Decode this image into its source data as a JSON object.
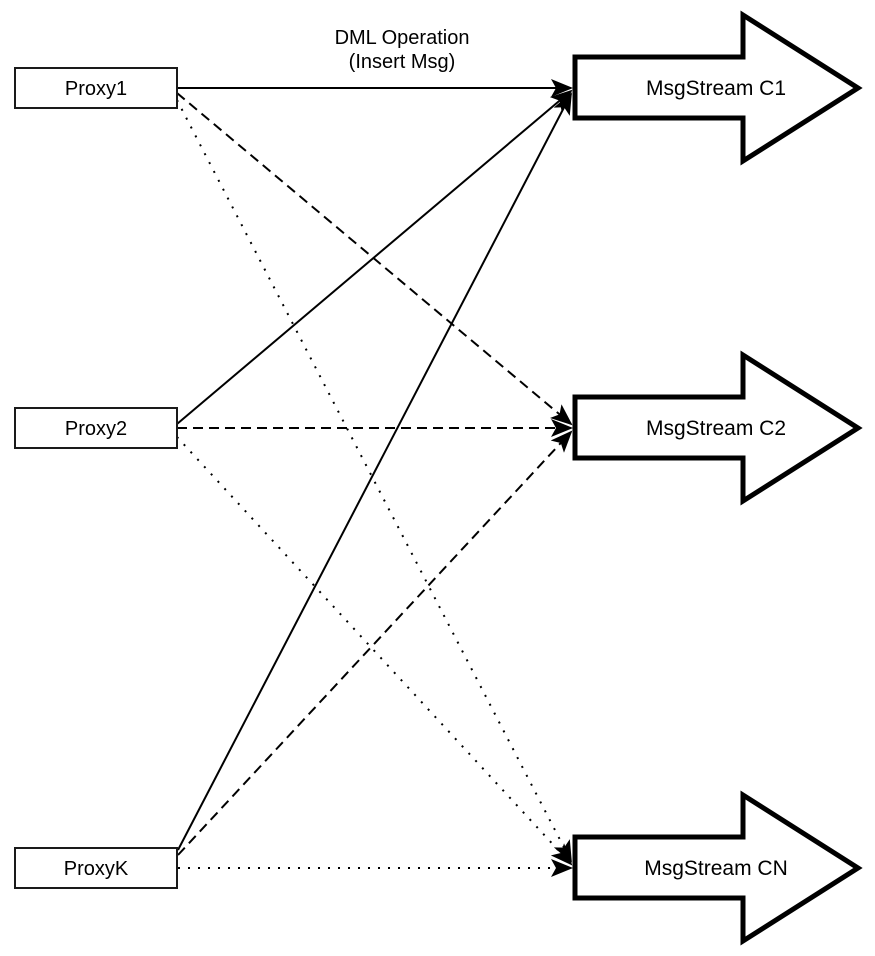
{
  "diagram": {
    "title": {
      "line1": "DML Operation",
      "line2": "(Insert Msg)"
    },
    "proxies": [
      {
        "label": "Proxy1"
      },
      {
        "label": "Proxy2"
      },
      {
        "label": "ProxyK"
      }
    ],
    "streams": [
      {
        "label": "MsgStream C1"
      },
      {
        "label": "MsgStream C2"
      },
      {
        "label": "MsgStream CN"
      }
    ],
    "edges": [
      {
        "from": "Proxy1",
        "to": "MsgStream C1",
        "line_style": "solid"
      },
      {
        "from": "Proxy2",
        "to": "MsgStream C1",
        "line_style": "solid"
      },
      {
        "from": "ProxyK",
        "to": "MsgStream C1",
        "line_style": "solid"
      },
      {
        "from": "Proxy1",
        "to": "MsgStream C2",
        "line_style": "dashed"
      },
      {
        "from": "Proxy2",
        "to": "MsgStream C2",
        "line_style": "dashed"
      },
      {
        "from": "ProxyK",
        "to": "MsgStream C2",
        "line_style": "dashed"
      },
      {
        "from": "Proxy1",
        "to": "MsgStream CN",
        "line_style": "dotted"
      },
      {
        "from": "Proxy2",
        "to": "MsgStream CN",
        "line_style": "dotted"
      },
      {
        "from": "ProxyK",
        "to": "MsgStream CN",
        "line_style": "dotted"
      }
    ],
    "colors": {
      "stroke": "#000000",
      "fill": "#ffffff",
      "background": "#ffffff"
    }
  }
}
